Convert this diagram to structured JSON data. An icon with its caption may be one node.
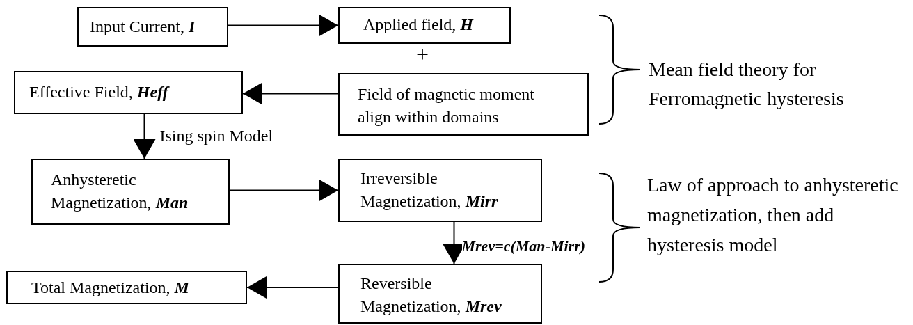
{
  "diagram": {
    "nodes": [
      {
        "text": [
          "Input Current, **I**"
        ]
      },
      {
        "text": [
          "Applied field, **H**"
        ]
      },
      {
        "text": [
          "Field of magnetic moment align within domains"
        ]
      },
      {
        "text": [
          "Effective Field, **Heff**"
        ]
      },
      {
        "text": [
          "Anhysteretic Magnetization, **Man**"
        ]
      },
      {
        "text": [
          "Irreversible Magnetization, **Mirr**"
        ]
      },
      {
        "text": [
          "Reversible Magnetization, **Mrev**"
        ]
      },
      {
        "text": [
          "Total Magnetization, **M**"
        ]
      }
    ],
    "edges": [
      {
        "from": 0,
        "to": 1,
        "arrow": "to"
      },
      {
        "from": 2,
        "to": 3,
        "arrow": "to"
      },
      {
        "from": 3,
        "to": 4,
        "arrow": "to",
        "label": "Ising spin Model"
      },
      {
        "from": 4,
        "to": 5,
        "arrow": "to"
      },
      {
        "from": 5,
        "to": 6,
        "arrow": "to",
        "label": "Mrev=c(Man-Mirr)"
      },
      {
        "from": 6,
        "to": 7,
        "arrow": "to"
      }
    ],
    "labels": [
      "+",
      "Mean field theory for Ferromagnetic hysteresis",
      "Law of approach to anhysteretic magnetization, then add hysteresis model"
    ]
  }
}
